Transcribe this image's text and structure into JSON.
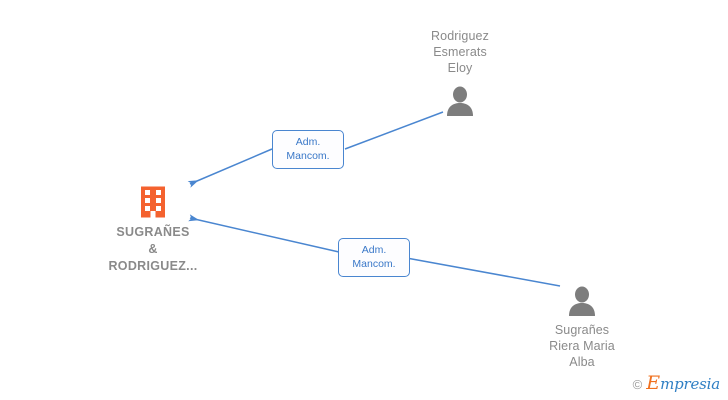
{
  "diagram": {
    "type": "corporate-relationship-graph",
    "background_color": "#ffffff",
    "edge_color": "#4a86d0",
    "company_color": "#f4622f",
    "person_color": "#7d7d7d",
    "label_text_color": "#8a8a8a"
  },
  "company": {
    "name": "SUGRAÑES\n&\nRODRIGUEZ...",
    "icon": "building-icon"
  },
  "persons": [
    {
      "id": "person-top",
      "name": "Rodriguez\nEsmerats\nEloy",
      "icon": "person-icon"
    },
    {
      "id": "person-bottom",
      "name": "Sugrañes\nRiera Maria\nAlba",
      "icon": "person-icon"
    }
  ],
  "relations": [
    {
      "id": "relation-top",
      "label": "Adm.\nMancom.",
      "from": "person-top",
      "to": "company"
    },
    {
      "id": "relation-bottom",
      "label": "Adm.\nMancom.",
      "from": "person-bottom",
      "to": "company"
    }
  ],
  "watermark": {
    "copyright": "©",
    "brand_initial": "E",
    "brand_rest": "mpresia"
  }
}
